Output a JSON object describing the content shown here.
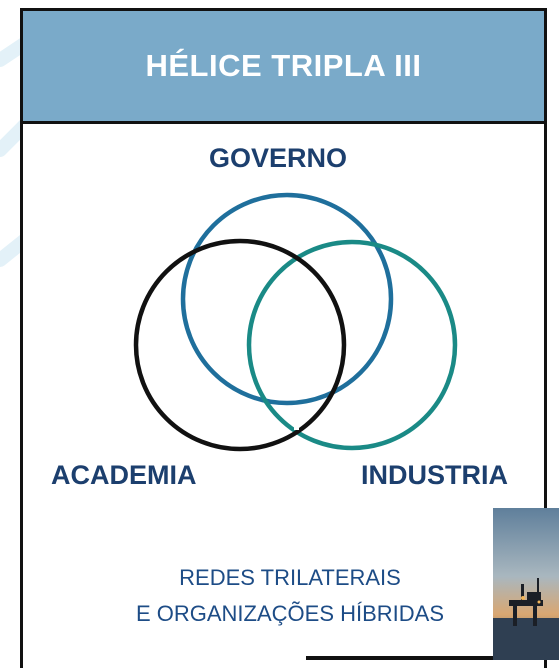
{
  "title": "HÉLICE TRIPLA III",
  "venn": {
    "top_label": "GOVERNO",
    "left_label": "ACADEMIA",
    "right_label": "INDUSTRIA"
  },
  "caption": {
    "line1": "REDES TRILATERAIS",
    "line2": "E ORGANIZAÇÕES HÍBRIDAS"
  },
  "colors": {
    "title_bar": "#7aaac9",
    "governo_circle": "#1f6f9c",
    "academia_circle": "#111111",
    "industria_circle": "#1a8a86",
    "label_text": "#1c3f6e",
    "caption_text": "#1d4c86"
  }
}
